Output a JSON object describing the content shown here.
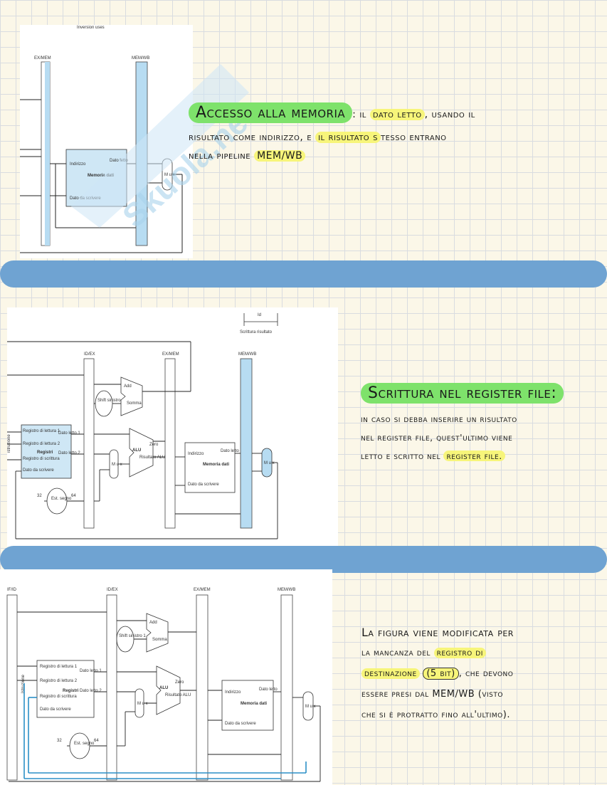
{
  "section1": {
    "diagram": {
      "top_label": "Inversion uses",
      "labels": {
        "exmem": "EX/MEM",
        "memwb": "MEM/WB",
        "indirizzo": "Indirizzo",
        "dato_letto": "Dato letto",
        "memoria_dati": "Memoria dati",
        "dato_scrivere": "Dato da scrivere",
        "mux": "M u x"
      }
    },
    "note": {
      "title": "Accesso alla memoria",
      "line1_a": ": il ",
      "line1_hl": "dato letto",
      "line1_b": ", usando il",
      "line2_a": "risultato come indirizzo, e ",
      "line2_hl": "il risultato s",
      "line2_b": "tesso entrano",
      "line3_a": "nella pipeline ",
      "line3_hl": "MEM/WB"
    }
  },
  "section2": {
    "diagram": {
      "corner_label": "Id",
      "corner_sub": "Scrittura risultato",
      "labels": {
        "idex": "ID/EX",
        "exmem": "EX/MEM",
        "memwb": "MEM/WB",
        "add": "Add",
        "somma": "Somma",
        "shift": "Shift sinistro 1",
        "zero": "Zero",
        "alu": "ALU",
        "risultato_alu": "Risultato ALU",
        "reg1": "Registro di lettura 1",
        "reg2": "Registro di lettura 2",
        "registri": "Registri",
        "regw": "Registro di scrittura",
        "dato_scr": "Dato da scrivere",
        "dl1": "Dato letto 1",
        "dl2": "Dato letto 2",
        "indirizzo": "Indirizzo",
        "dato_letto": "Dato letto",
        "memoria_dati": "Memoria dati",
        "dato_da_scr": "Dato da scrivere",
        "n32": "32",
        "n64": "64",
        "est": "Est. segno",
        "istruzione": "istruzione",
        "mux": "M u x"
      }
    },
    "note": {
      "title": "Scrittura nel register file:",
      "line1": "in caso si debba inserire un risultato",
      "line2": "nel register file, quest'ultimo viene",
      "line3_a": "letto e scritto nel ",
      "line3_hl": "register file."
    }
  },
  "section3": {
    "diagram": {
      "labels": {
        "ifid": "IF/ID",
        "idex": "ID/EX",
        "exmem": "EX/MEM",
        "memwb": "MEM/WB",
        "add": "Add",
        "somma": "Somma",
        "shift": "Shift sinistro 1",
        "zero": "Zero",
        "alu": "ALU",
        "risultato_alu": "Risultato ALU",
        "reg1": "Registro di lettura 1",
        "reg2": "Registro di lettura 2",
        "registri": "Registri",
        "regw": "Registro di scrittura",
        "dato_scr": "Dato da scrivere",
        "dl1": "Dato letto 1",
        "dl2": "Dato letto 2",
        "indirizzo": "Indirizzo",
        "dato_letto": "Dato letto",
        "memoria_dati": "Memoria dati",
        "dato_da_scr": "Dato da scrivere",
        "n32": "32",
        "n64": "64",
        "est": "Est. segno",
        "istruzione": "Istruzione",
        "mux": "M u x"
      }
    },
    "note": {
      "line1": "La figura viene modificata per",
      "line2_a": "la mancanza del ",
      "line2_hl": "registro di",
      "line3_hl1": "destinazione",
      "line3_hl2": "(5 bit)",
      "line3_b": ", che devono",
      "line4": "essere presi dal MEM/WB (visto",
      "line5": "che si è protratto fino all'ultimo)."
    }
  },
  "colors": {
    "pipeline_blue": "#b7dcf2",
    "divider": "#6fa3d2",
    "highlight_green": "#7ee26b",
    "highlight_yellow": "#f7f57a",
    "wire_blue": "#2b8fc7"
  }
}
